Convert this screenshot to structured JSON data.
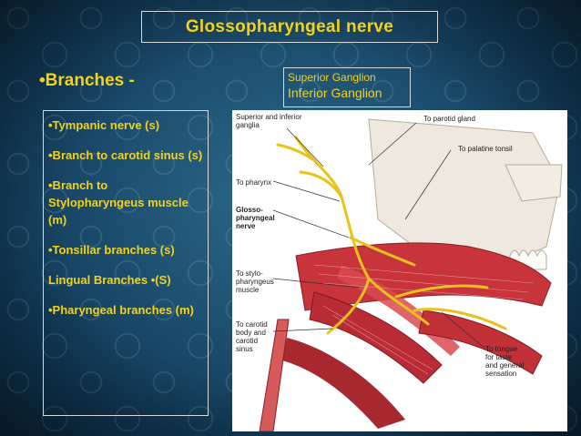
{
  "title": "Glossopharyngeal nerve",
  "branches_heading": "•Branches -",
  "ganglia": [
    "Superior Ganglion",
    "Inferior Ganglion"
  ],
  "branches": [
    "•Tympanic  nerve (s)",
    "•Branch to carotid sinus (s)",
    "•Branch to Stylopharyngeus muscle (m)",
    "•Tonsillar  branches (s)",
    " Lingual  Branches •(S)",
    "•Pharyngeal branches (m)"
  ],
  "figure_labels": {
    "ganglia": "Superior and inferior ganglia",
    "parotid": "To parotid gland",
    "palatine_tonsil": "To palatine tonsil",
    "pharynx": "To pharynx",
    "nerve": "Glosso-pharyngeal nerve",
    "stylopharyngeus": "To stylo-pharyngeus muscle",
    "carotid": "To carotid body and carotid sinus",
    "tongue": "To tongue for taste and general sensation"
  },
  "colors": {
    "accent_text": "#f2d21a",
    "background": "#1c4d6e",
    "muscle": "#c8343c",
    "nerve": "#e8c21a"
  }
}
